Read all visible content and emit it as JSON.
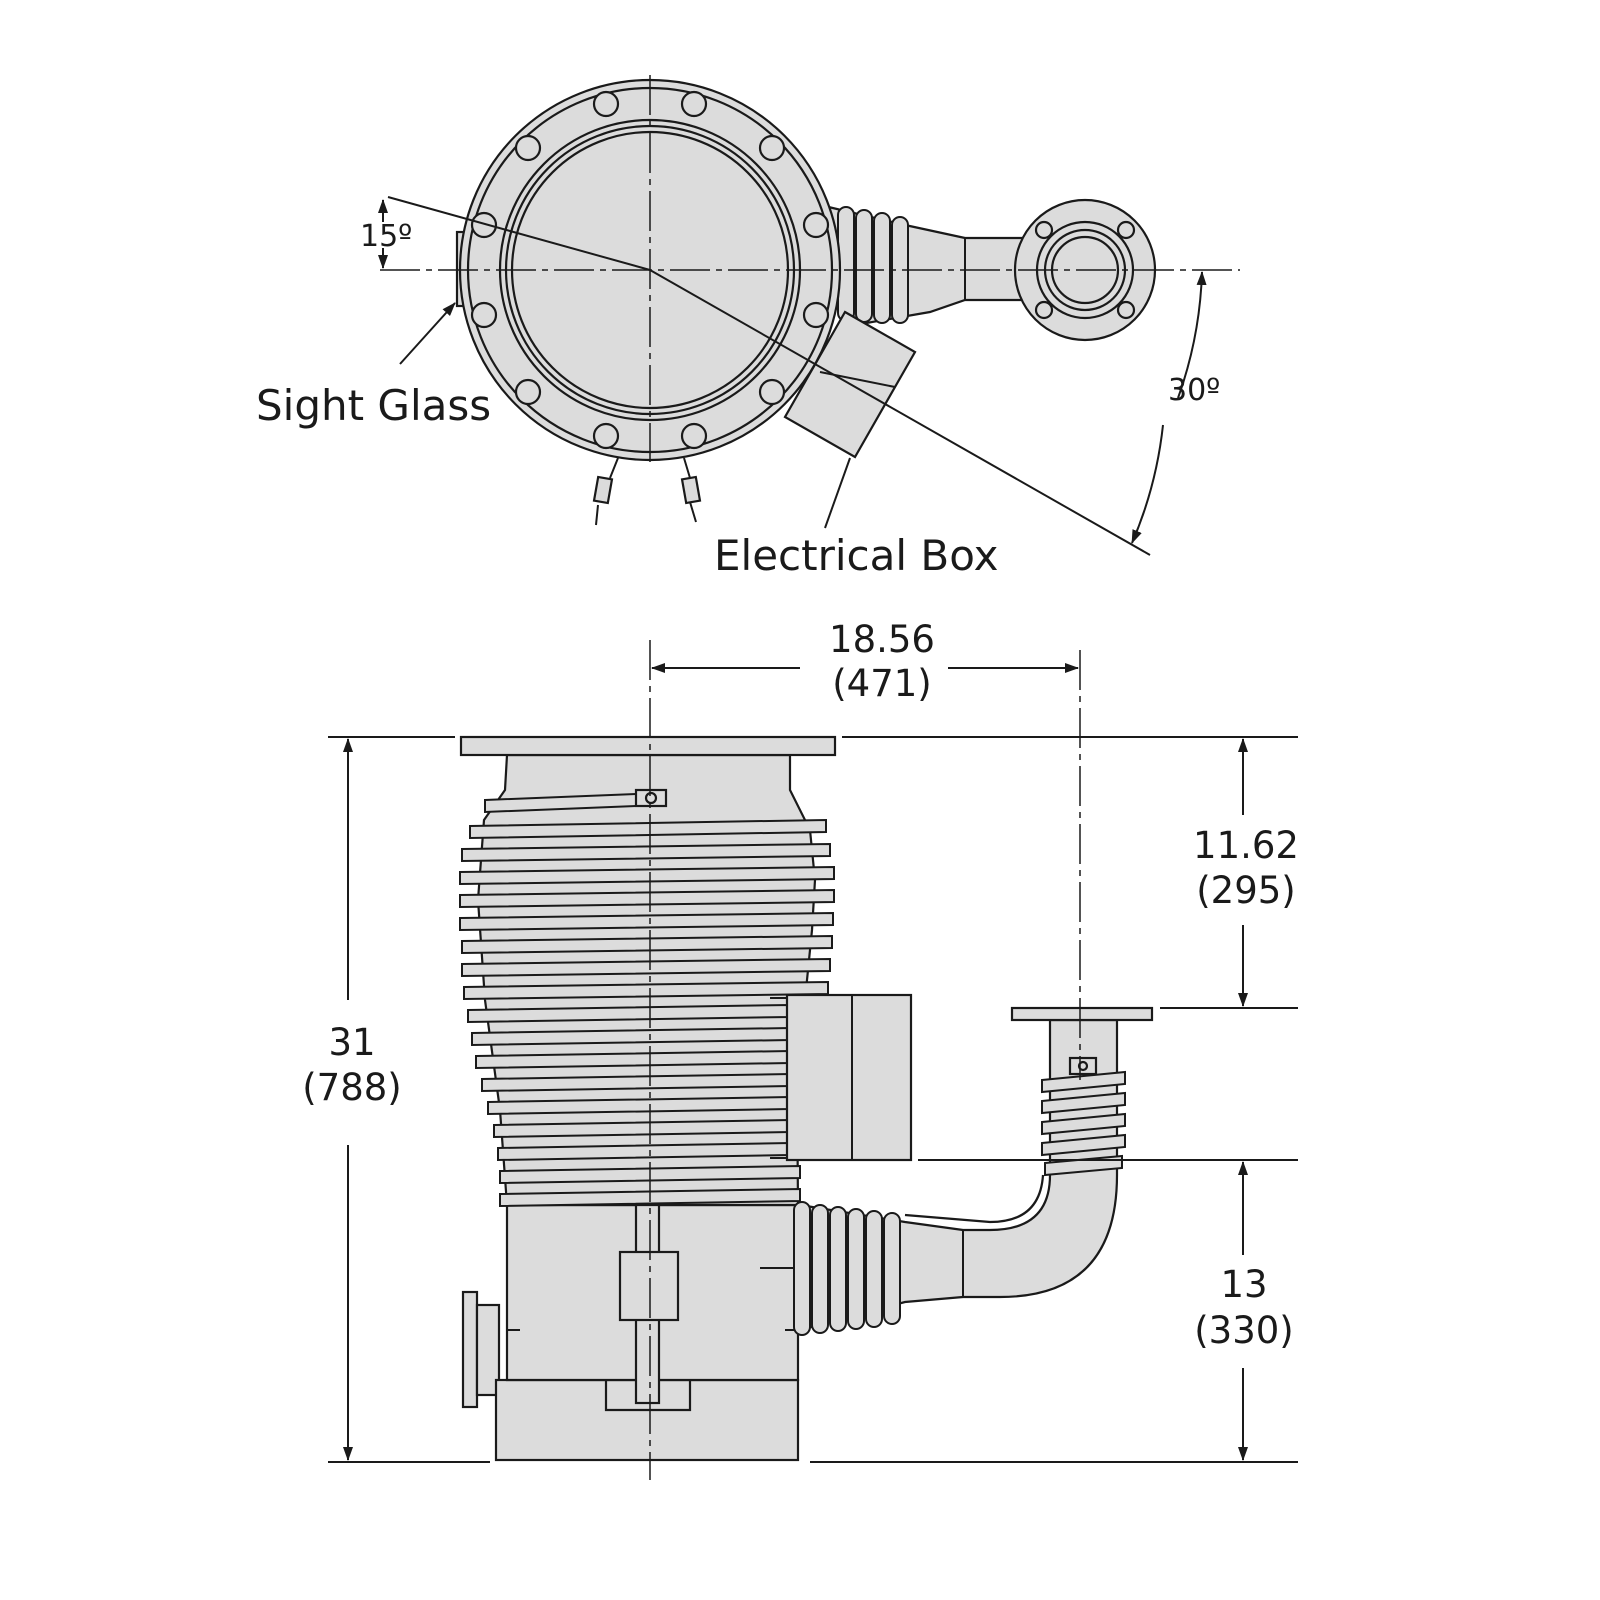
{
  "top_view": {
    "labels": {
      "sight_glass": "Sight Glass",
      "electrical_box": "Electrical Box",
      "angle_15": "15º",
      "angle_30": "30º"
    }
  },
  "side_view": {
    "dimensions": {
      "outlet_offset": {
        "inch": "18.56",
        "mm": "(471)"
      },
      "overall_height": {
        "inch": "31",
        "mm": "(788)"
      },
      "inlet_to_outlet": {
        "inch": "11.62",
        "mm": "(295)"
      },
      "outlet_to_base": {
        "inch": "13",
        "mm": "(330)"
      }
    }
  }
}
